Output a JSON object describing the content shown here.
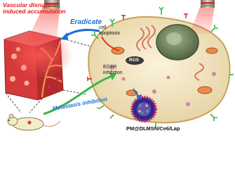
{
  "labels": {
    "vascular_line1": "Vascular disruption",
    "vascular_line2": "induced accumulation",
    "eradicate": "Eradicate",
    "cell_apoptosis_line1": "cell",
    "cell_apoptosis_line2": "apoptosis",
    "ros": "ROS",
    "egfr_line1": "EGFR",
    "egfr_line2": "inhibition",
    "metastasis": "Metastasis inhibition",
    "nanoparticle": "PM@DLMSN/Ce6/Lap"
  },
  "colors": {
    "laser_red": "#e0201b",
    "arrow_blue": "#1d6fd0",
    "arrow_green": "#3bb54a",
    "cell_body": "#f2e7c6",
    "cell_outline": "#c9a25a",
    "nucleus": "#6a7f5a",
    "tumor_block": "#c4262e",
    "vessel": "#d07a3a"
  },
  "icons": {
    "laser_left": "laser-device-icon",
    "laser_right": "laser-device-icon",
    "mouse": "mouse-icon",
    "nanoparticle": "nanoparticle-icon",
    "receptor": "receptor-icon"
  }
}
